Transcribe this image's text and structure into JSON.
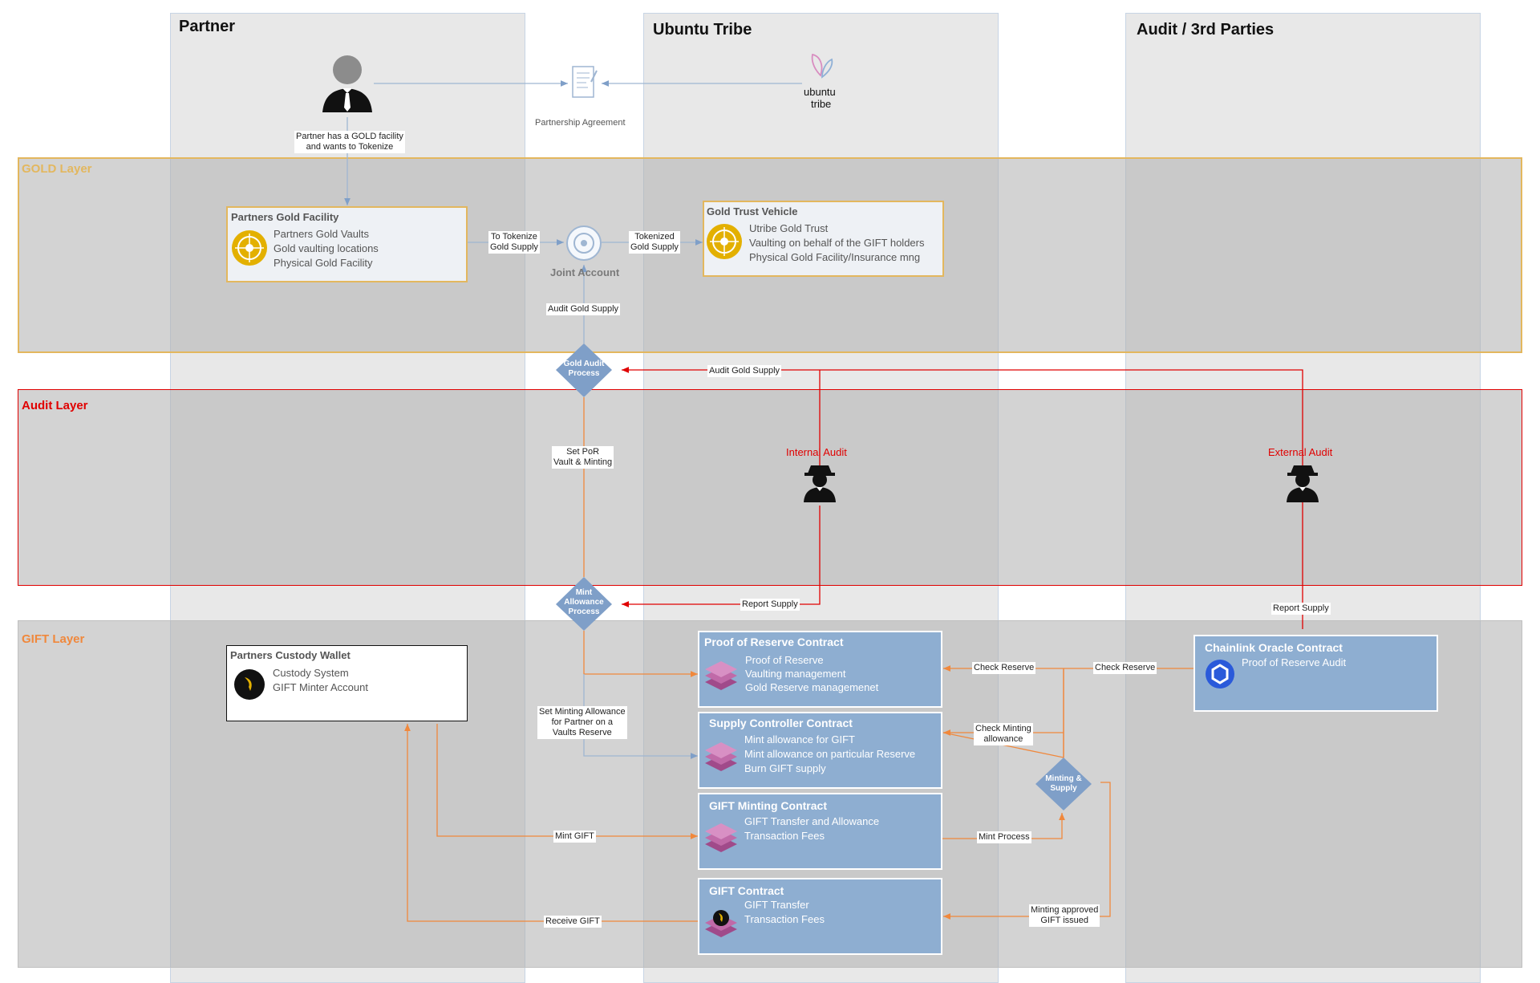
{
  "lanes": {
    "partner": "Partner",
    "ubuntu": "Ubuntu Tribe",
    "audit": "Audit / 3rd Parties"
  },
  "layers": {
    "gold": "GOLD Layer",
    "audit": "Audit Layer",
    "gift": "GIFT Layer"
  },
  "top": {
    "partner_note_1": "Partner has a GOLD facility",
    "partner_note_2": "and wants to Tokenize",
    "agreement": "Partnership Agreement",
    "logo_line1": "ubuntu",
    "logo_line2": "tribe"
  },
  "gold": {
    "facility_title": "Partners Gold Facility",
    "facility_lines": [
      "Partners Gold Vaults",
      "Gold vaulting locations",
      "Physical Gold Facility"
    ],
    "joint_account": "Joint Account",
    "to_tokenize_1": "To Tokenize",
    "to_tokenize_2": "Gold Supply",
    "tokenized_1": "Tokenized",
    "tokenized_2": "Gold Supply",
    "trust_title": "Gold Trust Vehicle",
    "trust_lines": [
      "Utribe Gold Trust",
      "Vaulting on behalf of the GIFT holders",
      "Physical Gold Facility/Insurance mng"
    ],
    "audit_gold_supply": "Audit Gold Supply"
  },
  "audit": {
    "gold_audit_1": "Gold Audit",
    "gold_audit_2": "Process",
    "audit_gold_supply": "Audit Gold Supply",
    "set_por_1": "Set PoR",
    "set_por_2": "Vault & Minting",
    "internal": "Internal Audit",
    "external": "External Audit",
    "mint_1": "Mint",
    "mint_2": "Allowance",
    "mint_3": "Process",
    "report_supply_1": "Report Supply",
    "report_supply_2": "Report Supply"
  },
  "gift": {
    "wallet_title": "Partners Custody Wallet",
    "wallet_lines": [
      "Custody System",
      "GIFT Minter Account"
    ],
    "por_title": "Proof of Reserve Contract",
    "por_lines": [
      "Proof of Reserve",
      "Vaulting management",
      "Gold Reserve managemenet"
    ],
    "supply_title": "Supply Controller Contract",
    "supply_lines": [
      "Mint allowance for GIFT",
      "Mint allowance on particular Reserve",
      "Burn GIFT supply"
    ],
    "minting_title": "GIFT Minting Contract",
    "minting_lines": [
      "GIFT Transfer and Allowance",
      "Transaction Fees"
    ],
    "gift_title": "GIFT Contract",
    "gift_lines": [
      "GIFT Transfer",
      "Transaction Fees"
    ],
    "chainlink_title": "Chainlink Oracle Contract",
    "chainlink_lines": [
      "Proof of Reserve Audit"
    ],
    "set_minting_1": "Set Minting Allowance",
    "set_minting_2": "for Partner on a",
    "set_minting_3": "Vaults Reserve",
    "check_reserve_1": "Check Reserve",
    "check_reserve_2": "Check Reserve",
    "check_minting_1": "Check Minting",
    "check_minting_2": "allowance",
    "minting_supply_1": "Minting &",
    "minting_supply_2": "Supply",
    "mint_gift": "Mint GIFT",
    "mint_process": "Mint Process",
    "receive_gift": "Receive GIFT",
    "approved_1": "Minting approved",
    "approved_2": "GIFT issued"
  },
  "colors": {
    "gold": "#e3b75e",
    "audit_red": "#e00000",
    "gift_orange": "#f0883c",
    "contract_blue": "#8eaed1",
    "diamond_blue": "#7f9fc8"
  },
  "icons": [
    "person-icon",
    "document-icon",
    "ubuntu-tribe-logo",
    "gold-vault-icon",
    "joint-account-icon",
    "auditor-icon",
    "wallet-icon",
    "contract-stack-icon",
    "chainlink-icon"
  ]
}
